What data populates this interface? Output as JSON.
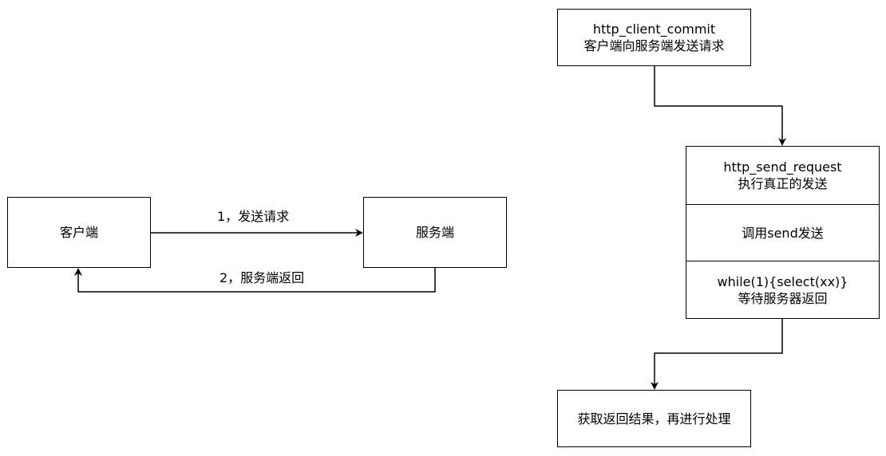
{
  "left": {
    "client_label": "客户端",
    "server_label": "服务端",
    "request_label": "1，发送请求",
    "response_label": "2，服务端返回"
  },
  "right": {
    "commit": {
      "title": "http_client_commit",
      "desc": "客户端向服务端发送请求"
    },
    "send_request": {
      "title": "http_send_request",
      "desc": "执行真正的发送",
      "step_send": "调用send发送",
      "step_wait_title": "while(1){select(xx)}",
      "step_wait_desc": "等待服务器返回"
    },
    "result": "获取返回结果，再进行处理"
  }
}
